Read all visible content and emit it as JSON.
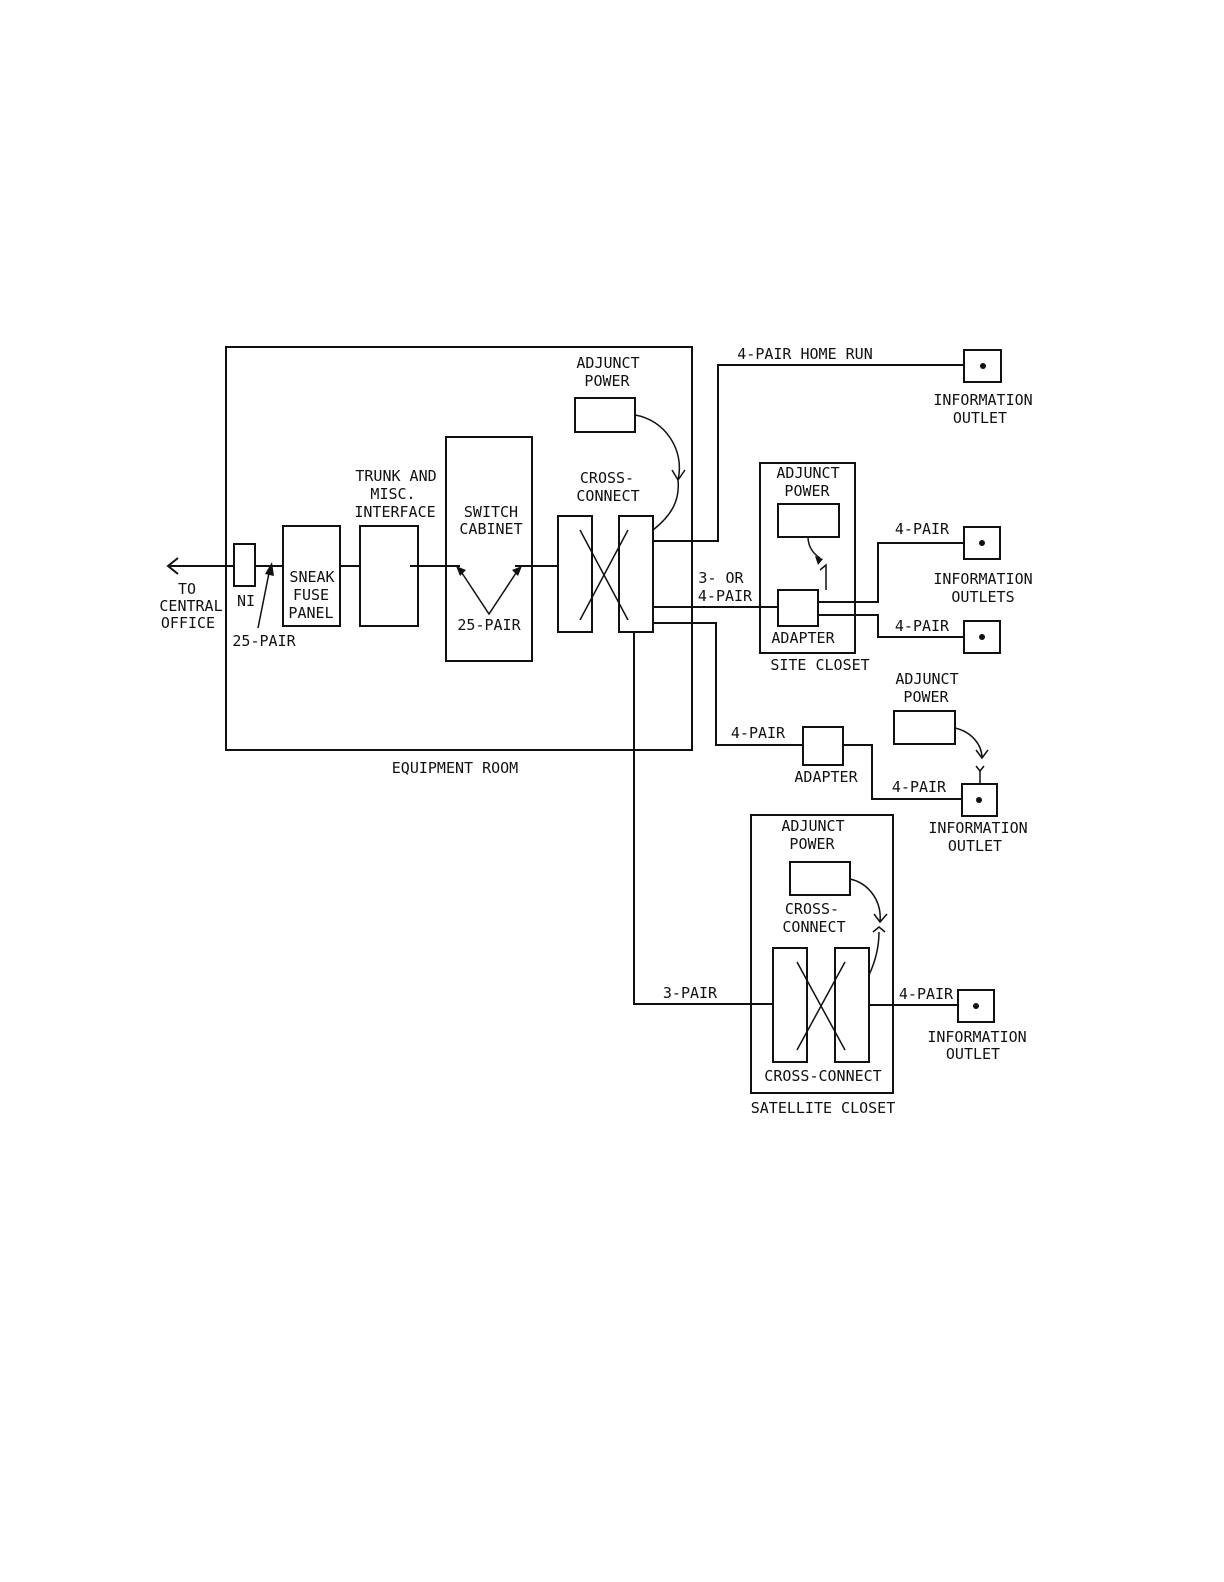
{
  "labels": {
    "to_central_office": [
      "TO",
      "CENTRAL",
      "OFFICE"
    ],
    "ni": "NI",
    "pair25_left": "25-PAIR",
    "sneak_fuse_panel": [
      "SNEAK",
      "FUSE",
      "PANEL"
    ],
    "trunk_interface": [
      "TRUNK AND",
      "MISC.",
      "INTERFACE"
    ],
    "switch_cabinet": [
      "SWITCH",
      "CABINET"
    ],
    "pair25_switch": "25-PAIR",
    "adjunct_power_main": [
      "ADJUNCT",
      "POWER"
    ],
    "cross_connect_main": [
      "CROSS-",
      "CONNECT"
    ],
    "equipment_room": "EQUIPMENT ROOM",
    "home_run": "4-PAIR HOME RUN",
    "outlet_top": [
      "INFORMATION",
      "OUTLET"
    ],
    "adjunct_power_site": [
      "ADJUNCT",
      "POWER"
    ],
    "three_or_four_pair": [
      "3- OR",
      "4-PAIR"
    ],
    "adapter_site": "ADAPTER",
    "site_closet": "SITE CLOSET",
    "pair4_site_top": "4-PAIR",
    "pair4_site_bottom": "4-PAIR",
    "outlets_site": [
      "INFORMATION",
      "OUTLETS"
    ],
    "adjunct_power_mid": [
      "ADJUNCT",
      "POWER"
    ],
    "pair4_adapter_in": "4-PAIR",
    "adapter_mid": "ADAPTER",
    "pair4_adapter_out": "4-PAIR",
    "outlet_mid": [
      "INFORMATION",
      "OUTLET"
    ],
    "adjunct_power_sat": [
      "ADJUNCT",
      "POWER"
    ],
    "cross_connect_sat_top": [
      "CROSS-",
      "CONNECT"
    ],
    "pair3": "3-PAIR",
    "cross_connect_sat_bottom": "CROSS-CONNECT",
    "satellite_closet": "SATELLITE CLOSET",
    "pair4_sat": "4-PAIR",
    "outlet_sat": [
      "INFORMATION",
      "OUTLET"
    ]
  }
}
